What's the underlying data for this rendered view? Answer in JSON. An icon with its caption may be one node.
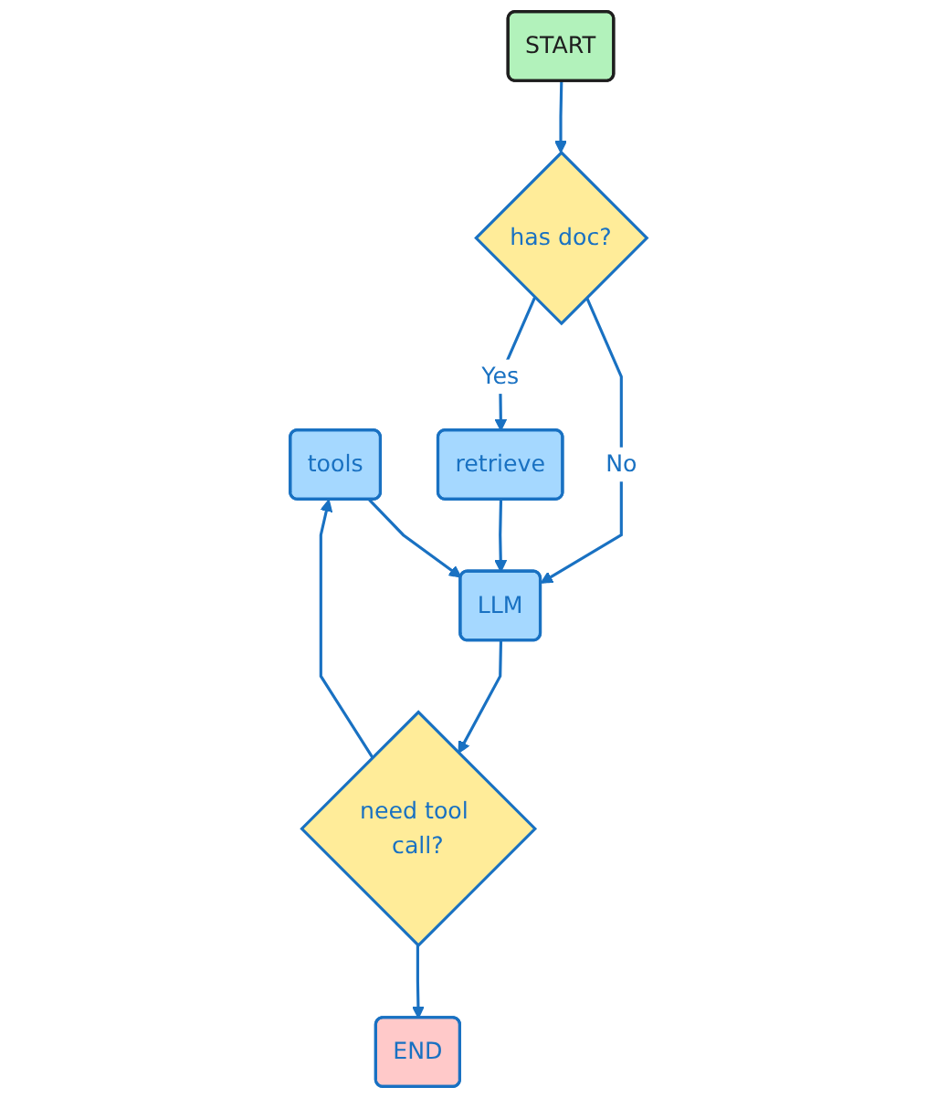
{
  "diagram": {
    "nodes": [
      {
        "text": [
          "START"
        ]
      },
      {
        "text": [
          "has doc?"
        ]
      },
      {
        "text": [
          "tools"
        ]
      },
      {
        "text": [
          "LLM"
        ]
      },
      {
        "text": [
          "retrieve"
        ]
      },
      {
        "text": [
          "need tool call?"
        ]
      },
      {
        "text": [
          "END"
        ]
      }
    ],
    "edges": [
      {
        "from": 0,
        "to": 1,
        "arrow": "to"
      },
      {
        "from": 1,
        "to": 3,
        "arrow": "to",
        "label": "No"
      },
      {
        "from": 1,
        "to": 4,
        "arrow": "to",
        "label": "Yes"
      },
      {
        "from": 2,
        "to": 3,
        "arrow": "to"
      },
      {
        "from": 4,
        "to": 3,
        "arrow": "to"
      },
      {
        "from": 3,
        "to": 5,
        "arrow": "to"
      },
      {
        "from": 5,
        "to": 2,
        "arrow": "to"
      },
      {
        "from": 5,
        "to": 6,
        "arrow": "to"
      }
    ]
  }
}
